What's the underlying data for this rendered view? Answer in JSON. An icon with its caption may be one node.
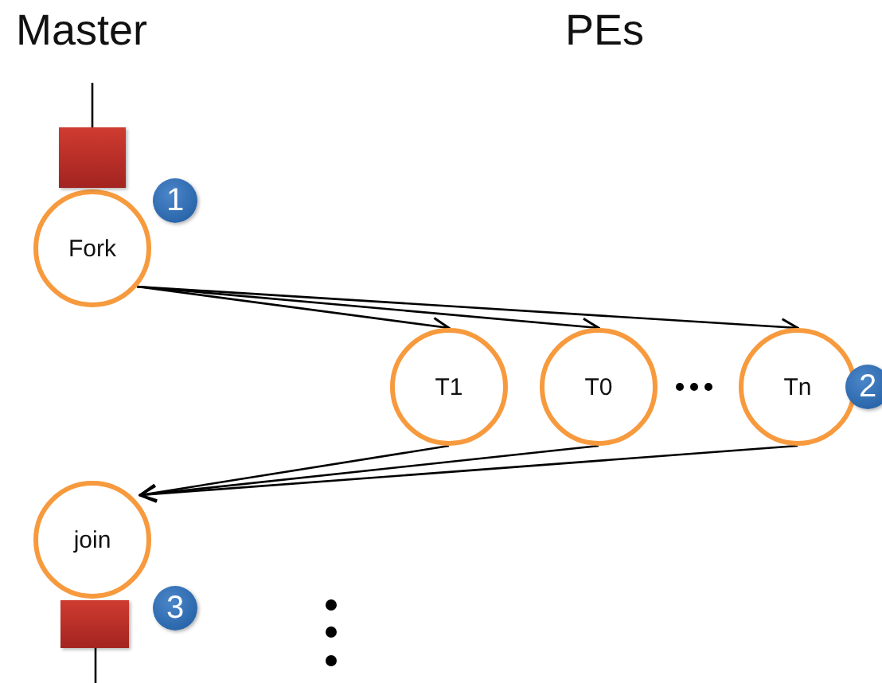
{
  "diagram": {
    "nodes": [
      {
        "text": [
          "Fork"
        ]
      },
      {
        "text": [
          "T1"
        ]
      },
      {
        "text": [
          "T0"
        ]
      },
      {
        "text": [
          "Tn"
        ]
      },
      {
        "text": [
          "join"
        ]
      }
    ],
    "edges": [
      {
        "from": 0,
        "to": 1,
        "arrow": "to"
      },
      {
        "from": 0,
        "to": 2,
        "arrow": "to"
      },
      {
        "from": 0,
        "to": 3,
        "arrow": "to"
      },
      {
        "from": 1,
        "to": 4,
        "arrow": "to"
      },
      {
        "from": 2,
        "to": 4,
        "arrow": "to"
      },
      {
        "from": 3,
        "to": 4,
        "arrow": "to"
      }
    ],
    "labels": [
      "Master",
      "PEs",
      "1",
      "2",
      "3"
    ]
  }
}
